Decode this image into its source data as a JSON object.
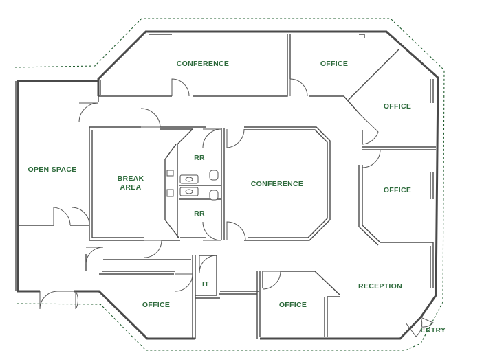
{
  "rooms": {
    "conference_top": "CONFERENCE",
    "office_top": "OFFICE",
    "office_upper_right": "OFFICE",
    "open_space": "OPEN SPACE",
    "break_area_line1": "BREAK",
    "break_area_line2": "AREA",
    "restroom_upper": "RR",
    "restroom_lower": "RR",
    "conference_center": "CONFERENCE",
    "office_mid_right": "OFFICE",
    "it": "IT",
    "office_bottom_left": "OFFICE",
    "office_bottom_mid": "OFFICE",
    "reception": "RECEPTION",
    "entry": "ENTRY"
  },
  "colors": {
    "label": "#2e6b3c",
    "wall": "#4a4a4a",
    "boundary": "#1f5c2e"
  }
}
